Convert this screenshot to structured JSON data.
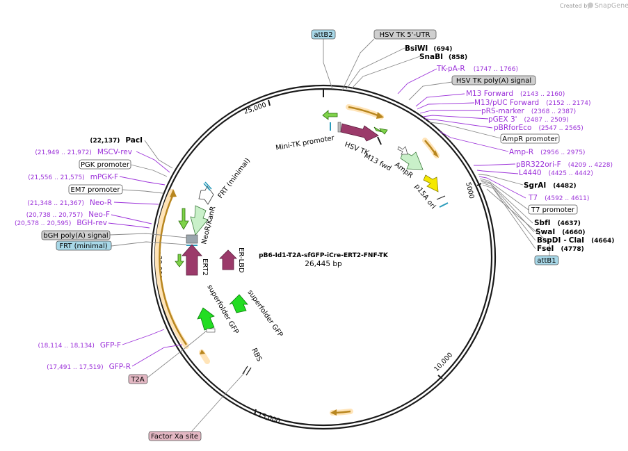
{
  "credit": {
    "created_by": "Created by",
    "brand": "SnapGene"
  },
  "plasmid": {
    "name": "pB6-Id1-T2A-sfGFP-iCre-ERT2-FNF-TK",
    "size": "26,445 bp"
  },
  "ticks": [
    "25,000",
    "5000",
    "10,000",
    "15,000",
    "20,000"
  ],
  "sites": {
    "bsiwi": {
      "name": "BsiWI",
      "pos": "(694)"
    },
    "snabi": {
      "name": "SnaBI",
      "pos": "(858)"
    },
    "sgrai": {
      "name": "SgrAI",
      "pos": "(4482)"
    },
    "sbfi": {
      "name": "SbfI",
      "pos": "(4637)"
    },
    "swai": {
      "name": "SwaI",
      "pos": "(4660)"
    },
    "bspdi": {
      "name": "BspDI",
      "sep": "-",
      "alt": "ClaI",
      "pos": "(4664)"
    },
    "fsei": {
      "name": "FseI",
      "pos": "(4778)"
    },
    "paci": {
      "name": "PacI",
      "pos": "(22,137)"
    }
  },
  "primers": {
    "tkpar": {
      "name": "TK-pA-R",
      "pos": "(1747 .. 1766)"
    },
    "m13fwd": {
      "name": "M13 Forward",
      "pos": "(2143 .. 2160)"
    },
    "m13puc": {
      "name": "M13/pUC Forward",
      "pos": "(2152 .. 2174)"
    },
    "prs": {
      "name": "pRS-marker",
      "pos": "(2368 .. 2387)"
    },
    "pgex": {
      "name": "pGEX 3'",
      "pos": "(2487 .. 2509)"
    },
    "pbrfor": {
      "name": "pBRforEco",
      "pos": "(2547 .. 2565)"
    },
    "ampr": {
      "name": "Amp-R",
      "pos": "(2956 .. 2975)"
    },
    "pbr322": {
      "name": "pBR322ori-F",
      "pos": "(4209 .. 4228)"
    },
    "l4440": {
      "name": "L4440",
      "pos": "(4425 .. 4442)"
    },
    "t7": {
      "name": "T7",
      "pos": "(4592 .. 4611)"
    },
    "mscv": {
      "name": "MSCV-rev",
      "pos": "(21,949 .. 21,972)"
    },
    "mpgk": {
      "name": "mPGK-F",
      "pos": "(21,556 .. 21,575)"
    },
    "neor": {
      "name": "Neo-R",
      "pos": "(21,348 .. 21,367)"
    },
    "neof": {
      "name": "Neo-F",
      "pos": "(20,738 .. 20,757)"
    },
    "bghrev": {
      "name": "BGH-rev",
      "pos": "(20,578 .. 20,595)"
    },
    "gfpf": {
      "name": "GFP-F",
      "pos": "(18,114 .. 18,134)"
    },
    "gfpr": {
      "name": "GFP-R",
      "pos": "(17,491 .. 17,519)"
    }
  },
  "boxes": {
    "attb2": "attB2",
    "hsvutr": "HSV TK 5'-UTR",
    "hsvpa": "HSV TK poly(A) signal",
    "amprprom": "AmpR promoter",
    "t7prom": "T7 promoter",
    "attb1": "attB1",
    "pgkprom": "PGK promoter",
    "em7": "EM7 promoter",
    "bgh": "bGH poly(A) signal",
    "frtmin": "FRT (minimal)",
    "t2a": "T2A",
    "fxa": "Factor Xa site"
  },
  "features": {
    "minitk": "Mini-TK promoter",
    "hsvtk": "HSV TK",
    "m13fwd": "M13 fwd",
    "ampr": "AmpR",
    "p15a": "p15A ori",
    "frt": "FRT (minimal)",
    "neokan": "NeoR/KanR",
    "ert2": "ERT2",
    "erlbd": "ER-LBD",
    "sfgfp1": "superfolder GFP",
    "sfgfp2": "superfolder GFP",
    "rbs": "RBS"
  },
  "colors": {
    "backbone": "#1a1a1a",
    "primer": "#9b30d9",
    "hsvtk": "#9b3a6a",
    "sfgfp": "#22dd22",
    "ampr": "#c9f0c9",
    "ori": "#f5e800",
    "orange": "#e8a33c",
    "box_blue": "#a8d8e8",
    "box_gray": "#cfcfcf",
    "box_pink": "#e3b7c3"
  }
}
